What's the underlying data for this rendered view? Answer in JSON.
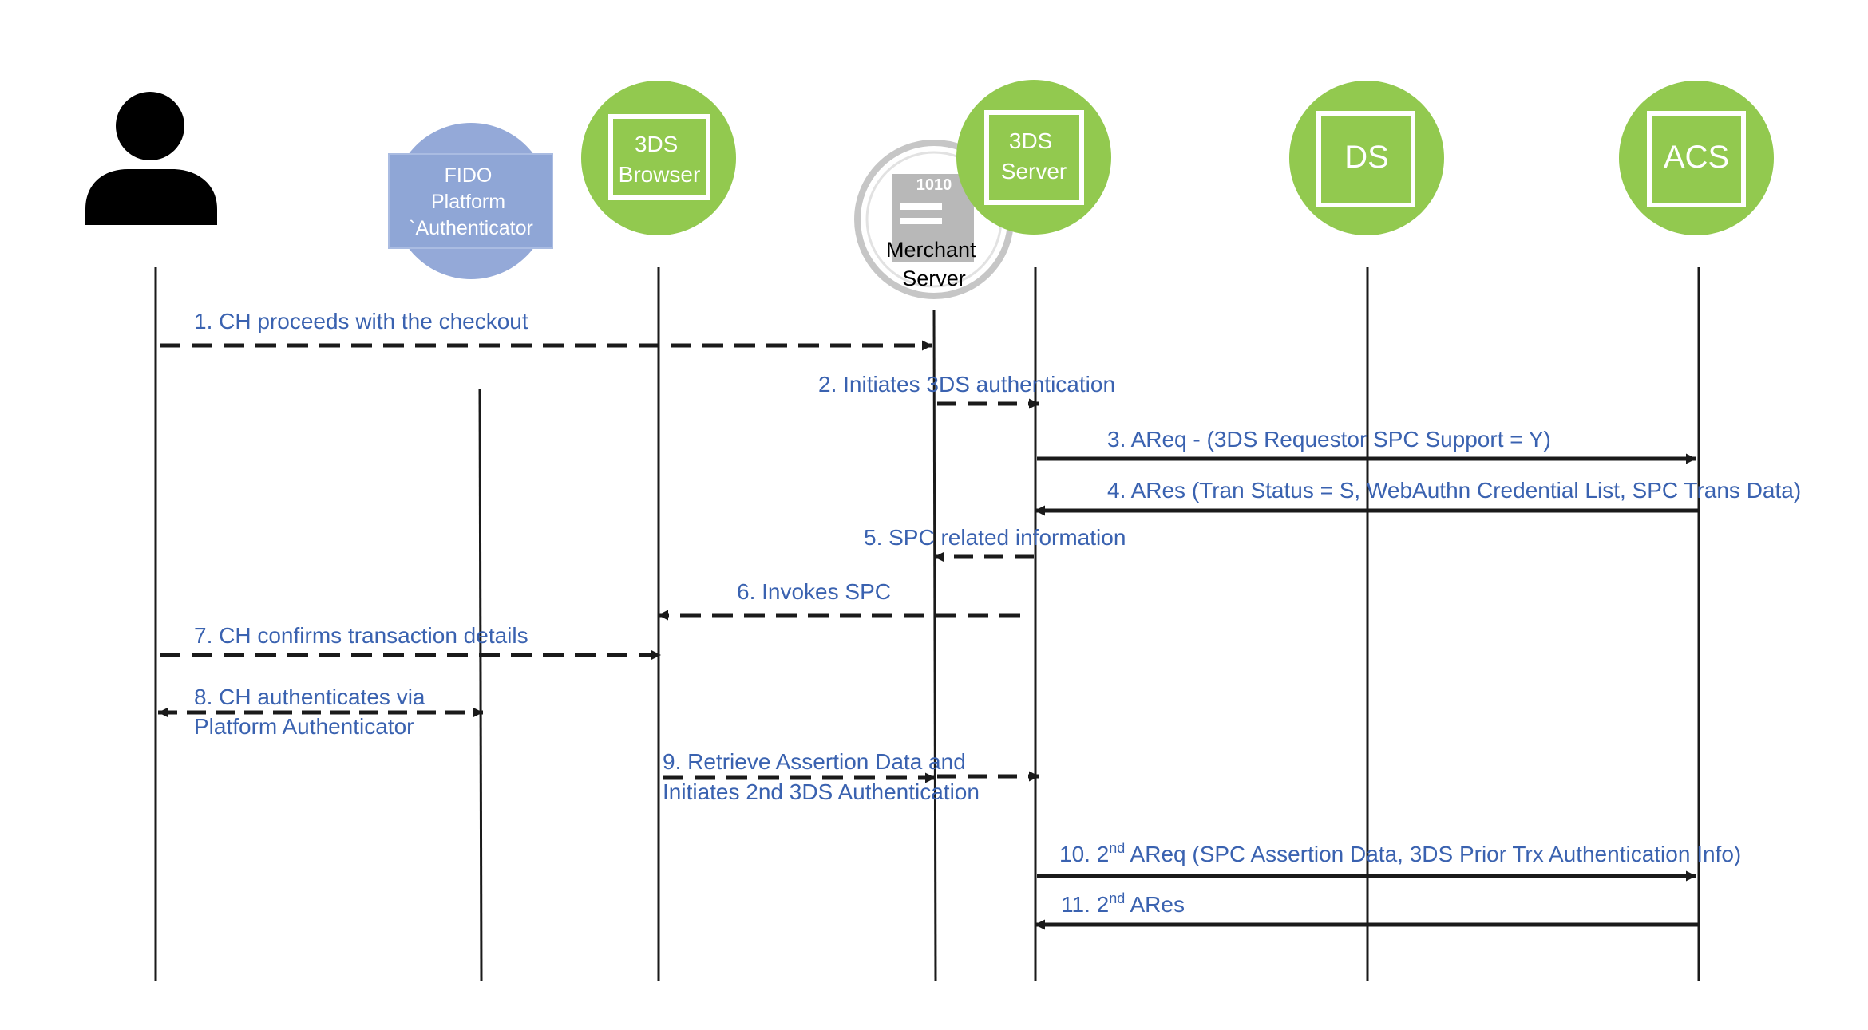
{
  "participants": {
    "cardholder": {
      "label": ""
    },
    "fido": {
      "label_lines": [
        "FIDO",
        "Platform",
        "`Authenticator"
      ]
    },
    "browser": {
      "label_lines": [
        "3DS",
        "Browser"
      ]
    },
    "merchant": {
      "label_lines": [
        "Merchant",
        "Server"
      ],
      "icon_text": "1010"
    },
    "server": {
      "label_lines": [
        "3DS",
        "Server"
      ]
    },
    "ds": {
      "label_lines": [
        "DS"
      ]
    },
    "acs": {
      "label_lines": [
        "ACS"
      ]
    }
  },
  "messages": [
    {
      "id": "m1",
      "lines": [
        "1. CH proceeds with the checkout"
      ],
      "from": "cardholder",
      "to": "merchant",
      "style": "dashed"
    },
    {
      "id": "m2",
      "lines": [
        "2. Initiates 3DS authentication"
      ],
      "from": "merchant",
      "to": "server",
      "style": "dashed"
    },
    {
      "id": "m3",
      "lines": [
        "3. AReq - (3DS Requestor SPC Support = Y)"
      ],
      "from": "server",
      "to": "acs",
      "style": "solid"
    },
    {
      "id": "m4",
      "lines": [
        "4. ARes (Tran Status = S, WebAuthn Credential List, SPC Trans Data)"
      ],
      "from": "acs",
      "to": "server",
      "style": "solid"
    },
    {
      "id": "m5",
      "lines": [
        "5. SPC related information"
      ],
      "from": "server",
      "to": "merchant",
      "style": "dashed"
    },
    {
      "id": "m6",
      "lines": [
        "6. Invokes SPC"
      ],
      "from": "server",
      "to": "browser",
      "style": "dashed"
    },
    {
      "id": "m7",
      "lines": [
        "7. CH confirms transaction details"
      ],
      "from": "cardholder",
      "to": "browser",
      "style": "dashed"
    },
    {
      "id": "m8",
      "lines": [
        "8. CH authenticates via",
        "Platform Authenticator"
      ],
      "from": "cardholder",
      "to": "fido",
      "style": "dashed",
      "bidirectional": true
    },
    {
      "id": "m9",
      "lines": [
        "9. Retrieve Assertion Data and",
        "Initiates 2nd 3DS Authentication"
      ],
      "from": "browser",
      "to": "server",
      "style": "dashed"
    },
    {
      "id": "m10",
      "prefix": "10. 2",
      "sup": "nd",
      "suffix": " AReq (SPC Assertion Data, 3DS Prior Trx Authentication Info)",
      "from": "server",
      "to": "acs",
      "style": "solid"
    },
    {
      "id": "m11",
      "prefix": "11. 2",
      "sup": "nd",
      "suffix": " ARes",
      "from": "acs",
      "to": "server",
      "style": "solid"
    }
  ],
  "colors": {
    "entity_green": "#92c94f",
    "fido_blue": "#94a9d8",
    "message_text": "#3a62b0",
    "lines": "#1a1a1a"
  }
}
